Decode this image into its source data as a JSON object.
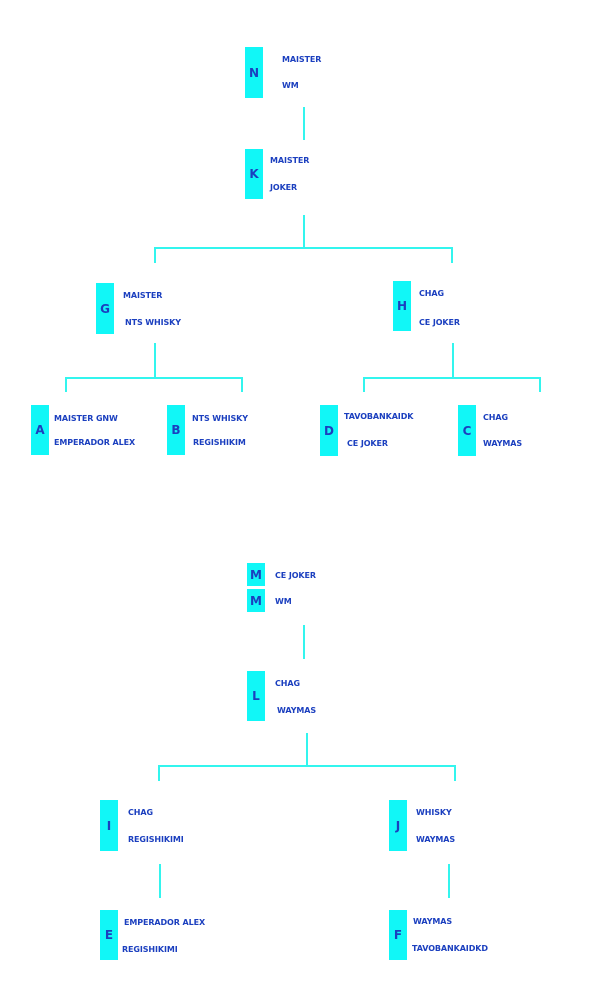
{
  "colors": {
    "accent": "#11f7f7",
    "line": "#33f5ee",
    "text": "#1b3fbf"
  },
  "tree1": {
    "N": {
      "letter": "N",
      "top": "MAISTER",
      "bottom": "WM"
    },
    "K": {
      "letter": "K",
      "top": "MAISTER",
      "bottom": "JOKER"
    },
    "G": {
      "letter": "G",
      "top": "MAISTER",
      "bottom": "NTS WHISKY"
    },
    "H": {
      "letter": "H",
      "top": "CHAG",
      "bottom": "CE JOKER"
    },
    "A": {
      "letter": "A",
      "top": "MAISTER GNW",
      "bottom": "EMPERADOR ALEX"
    },
    "B": {
      "letter": "B",
      "top": "NTS WHISKY",
      "bottom": "REGISHIKIM"
    },
    "D": {
      "letter": "D",
      "top": "TAVOBANKAIDK",
      "bottom": "CE JOKER"
    },
    "C": {
      "letter": "C",
      "top": "CHAG",
      "bottom": "WAYMAS"
    }
  },
  "tree2": {
    "M1": {
      "letter": "M",
      "label": "CE JOKER"
    },
    "M2": {
      "letter": "M",
      "label": "WM"
    },
    "L": {
      "letter": "L",
      "top": "CHAG",
      "bottom": "WAYMAS"
    },
    "I": {
      "letter": "I",
      "top": "CHAG",
      "bottom": "REGISHIKIMI"
    },
    "J": {
      "letter": "J",
      "top": "WHISKY",
      "bottom": "WAYMAS"
    },
    "E": {
      "letter": "E",
      "top": "EMPERADOR ALEX",
      "bottom": "REGISHIKIMI"
    },
    "F": {
      "letter": "F",
      "top": "WAYMAS",
      "bottom": "TAVOBANKAIDKD"
    }
  }
}
